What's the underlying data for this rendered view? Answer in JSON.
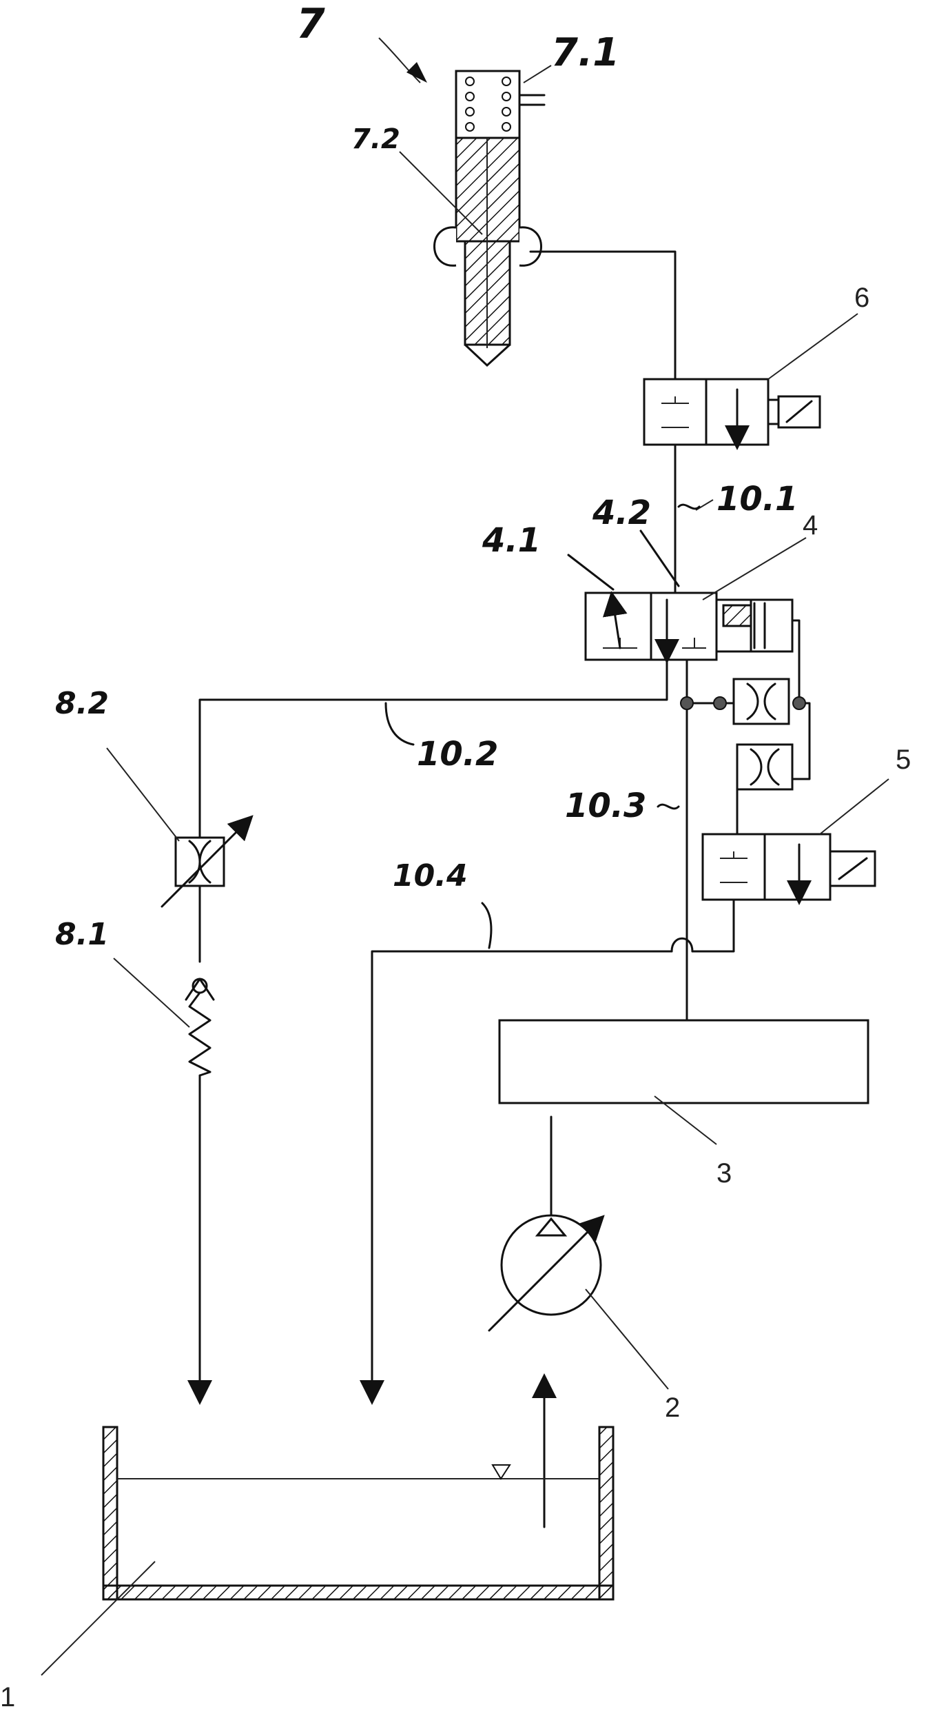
{
  "labels": {
    "injector": "7",
    "injector_coil": "7.1",
    "injector_needle": "7.2",
    "valve_6": "6",
    "line_10_1": "10.1",
    "valve_4_port_1": "4.1",
    "valve_4_port_2": "4.2",
    "valve_4": "4",
    "throttle_8_2": "8.2",
    "line_10_2": "10.2",
    "line_10_3": "10.3",
    "valve_5": "5",
    "line_10_4": "10.4",
    "check_valve_8_1": "8.1",
    "accumulator_3": "3",
    "pump_2": "2",
    "tank_1": "1"
  }
}
